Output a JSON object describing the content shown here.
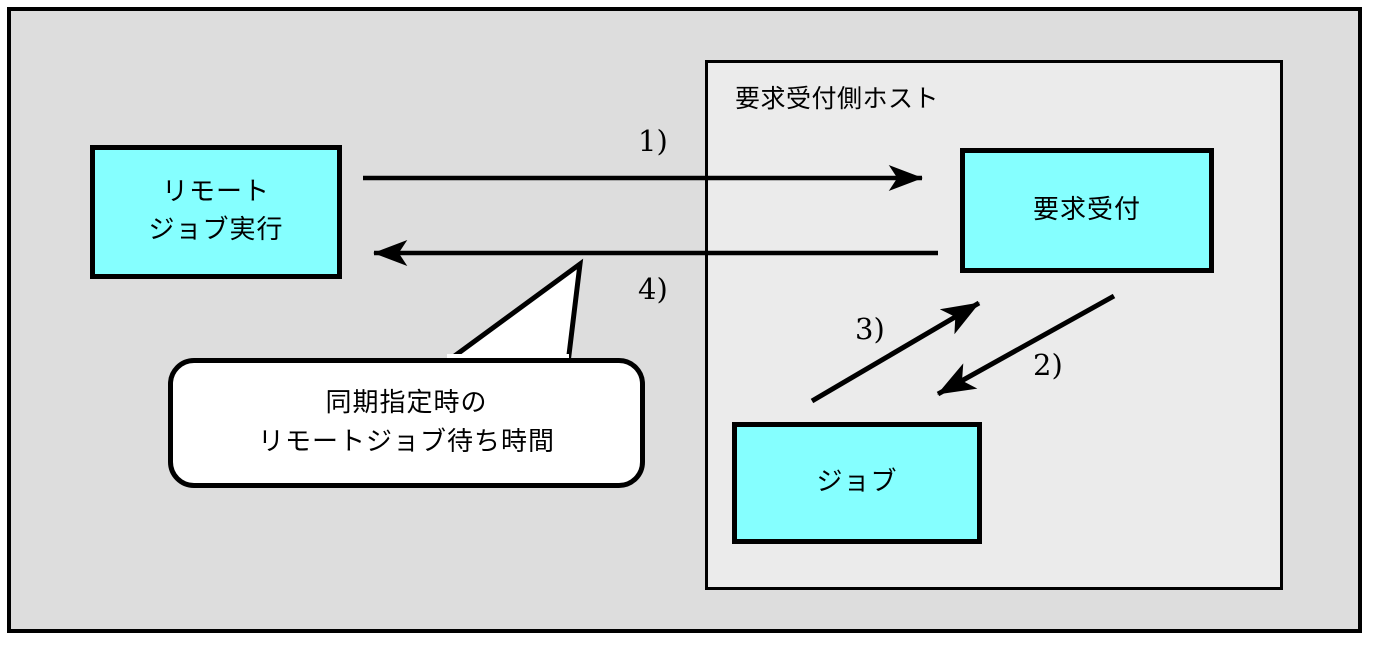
{
  "diagram": {
    "title_present": false,
    "background_color": "#dddddd",
    "frame_color": "#000000",
    "host": {
      "label": "要求受付側ホスト",
      "background_color": "#ebebeb"
    },
    "boxes": [
      {
        "id": "remote-job",
        "label_line1": "リモート",
        "label_line2": "ジョブ実行",
        "fill": "#85ffff"
      },
      {
        "id": "request-accept",
        "label": "要求受付",
        "fill": "#85ffff"
      },
      {
        "id": "job",
        "label": "ジョブ",
        "fill": "#85ffff"
      }
    ],
    "steps": [
      {
        "number": "1)",
        "from": "リモートジョブ実行",
        "to": "要求受付",
        "direction": "right"
      },
      {
        "number": "2)",
        "from": "要求受付",
        "to": "ジョブ",
        "direction": "down-left"
      },
      {
        "number": "3)",
        "from": "ジョブ",
        "to": "要求受付",
        "direction": "up-right"
      },
      {
        "number": "4)",
        "from": "要求受付",
        "to": "リモートジョブ実行",
        "direction": "left"
      }
    ],
    "callout": {
      "line1": "同期指定時の",
      "line2": "リモートジョブ待ち時間",
      "fill": "#ffffff"
    }
  }
}
